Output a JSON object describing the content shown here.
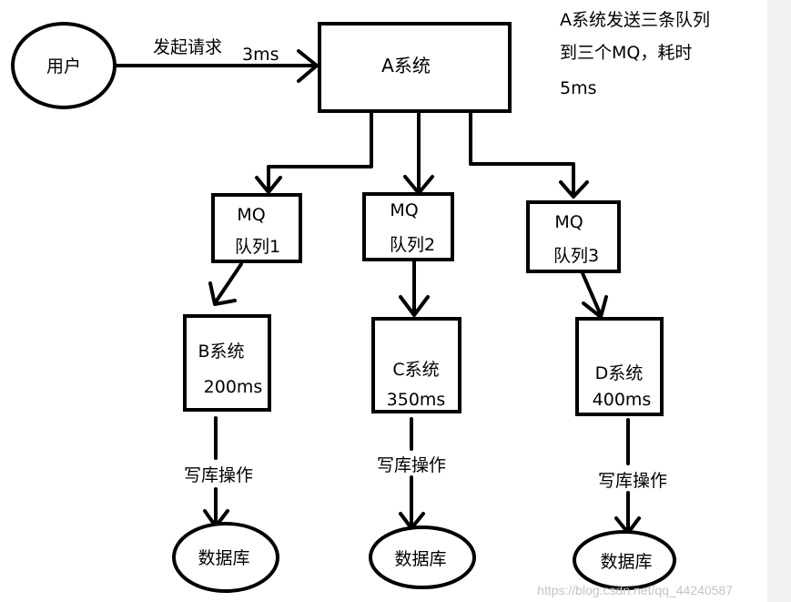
{
  "user": {
    "label": "用户"
  },
  "request": {
    "label": "发起请求",
    "time": "3ms"
  },
  "system_a": {
    "label": "A系统"
  },
  "note": {
    "lines": [
      "A系统发送三条队列",
      "到三个MQ，耗时",
      "5ms"
    ]
  },
  "queues": [
    {
      "title": "MQ",
      "name": "队列1"
    },
    {
      "title": "MQ",
      "name": "队列2"
    },
    {
      "title": "MQ",
      "name": "队列3"
    }
  ],
  "systems": [
    {
      "name": "B系统",
      "time": "200ms"
    },
    {
      "name": "C系统",
      "time": "350ms"
    },
    {
      "name": "D系统",
      "time": "400ms"
    }
  ],
  "write_ops": [
    "写库操作",
    "写库操作",
    "写库操作"
  ],
  "databases": [
    "数据库",
    "数据库",
    "数据库"
  ],
  "watermark": "https://blog.csdn.net/qq_44240587"
}
